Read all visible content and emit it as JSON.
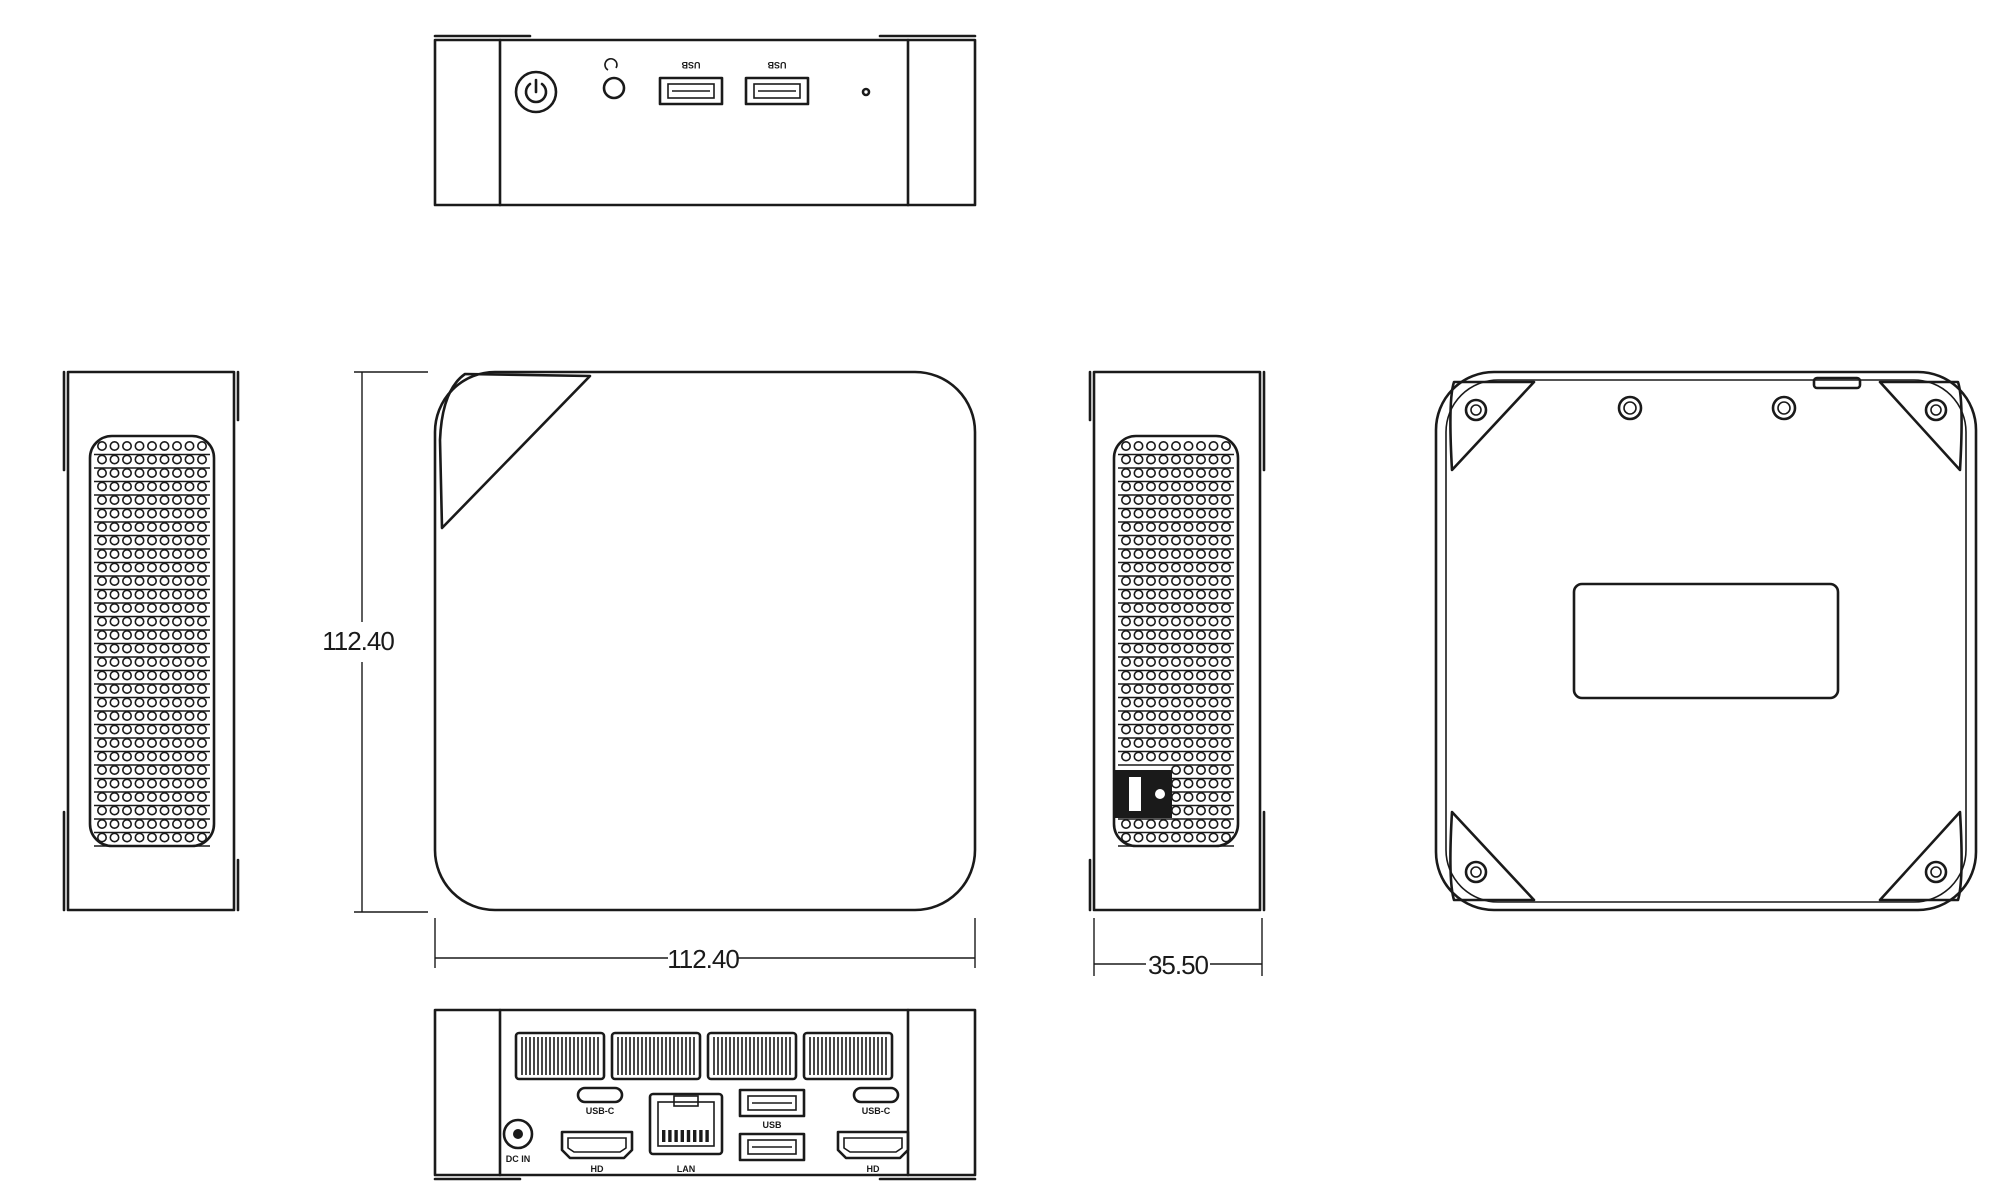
{
  "dimensions": {
    "front_height": "112.40",
    "front_width": "112.40",
    "side_depth": "35.50"
  },
  "front_panel_labels": {
    "usb_left": "USB",
    "usb_right": "USB"
  },
  "rear_panel_labels": {
    "dc_in": "DC IN",
    "usbc_left": "USB-C",
    "usbc_right": "USB-C",
    "hdmi_left": "HD",
    "lan": "LAN",
    "usb": "USB",
    "hdmi_right": "HD"
  },
  "colors": {
    "line": "#1a1a1a",
    "background": "#ffffff"
  }
}
